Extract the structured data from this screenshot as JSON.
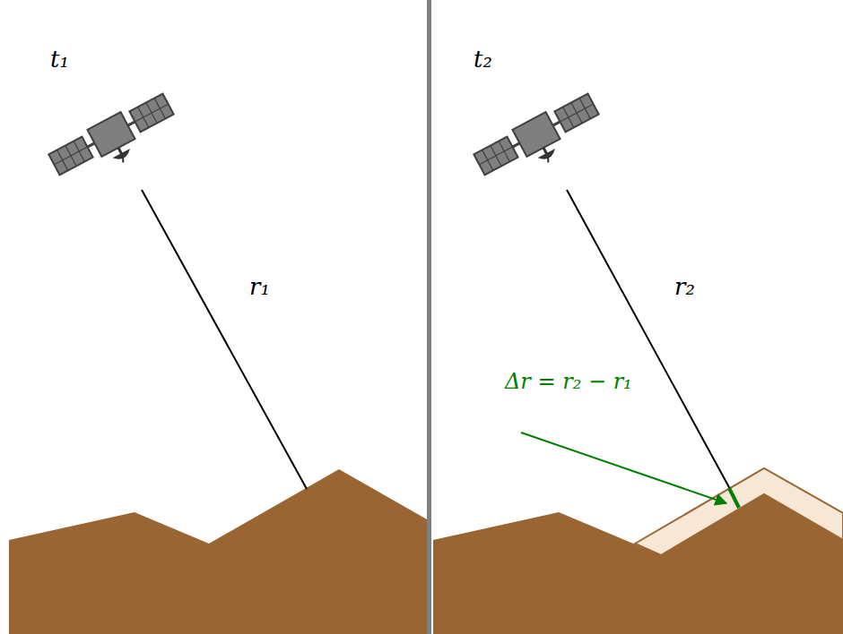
{
  "diagram": {
    "labels": [
      "t₁",
      "r₁",
      "t₂",
      "r₂",
      "Δr = r₂ − r₁"
    ]
  }
}
